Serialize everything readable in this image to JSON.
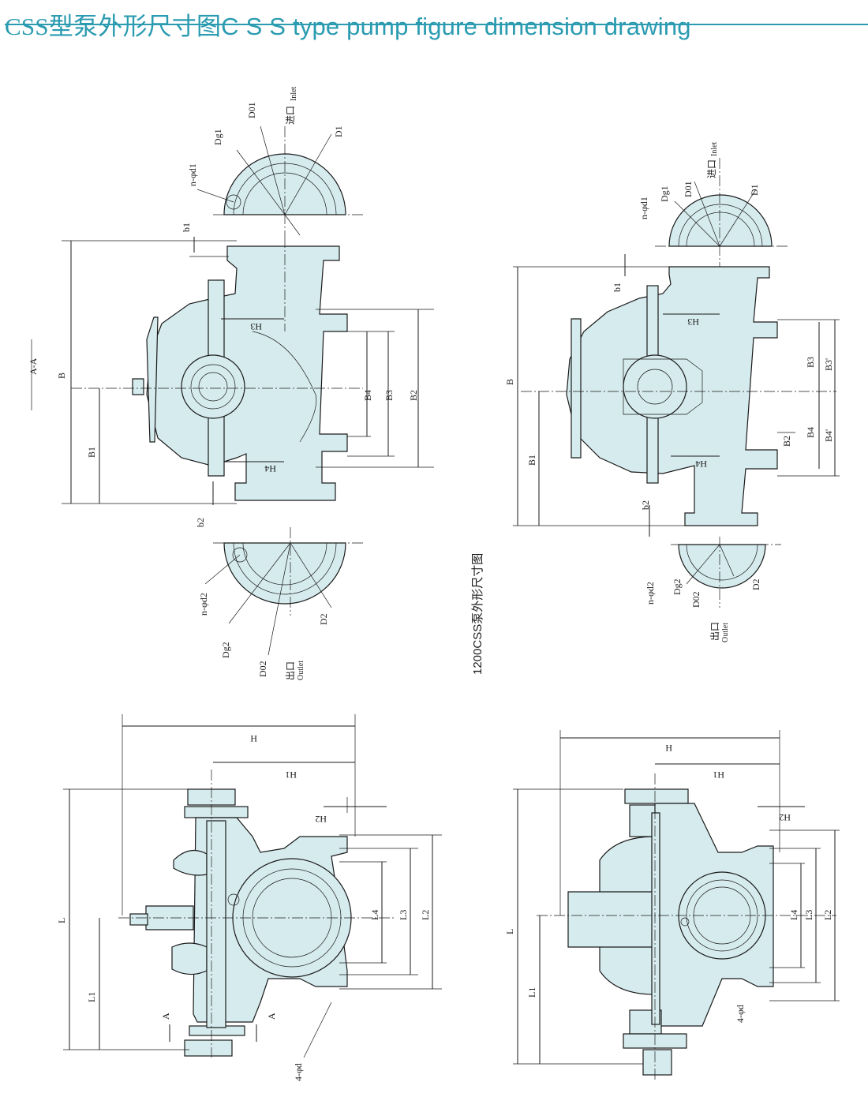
{
  "title": {
    "cn": "CSS型泵外形尺寸图",
    "en": "C S S type pump  figure dimension drawing"
  },
  "caption_1200": "1200CSS泵外形尺寸图",
  "section_label": "A-A",
  "inlet": {
    "cn": "进口",
    "en": "Inlet"
  },
  "outlet": {
    "cn": "出口",
    "en": "Outlet"
  },
  "dims": {
    "B": "B",
    "B1": "B1",
    "B2": "B2",
    "B3": "B3",
    "B4": "B4",
    "B3p": "B3'",
    "B4p": "B4'",
    "b1": "b1",
    "b2": "b2",
    "D1": "D1",
    "D2": "D2",
    "D01": "D01",
    "D02": "D02",
    "Dg1": "Dg1",
    "Dg2": "Dg2",
    "nd1": "n-φd1",
    "nd2": "n-φd2",
    "H": "H",
    "H1": "H1",
    "H2": "H2",
    "H3": "H3",
    "H4": "H4",
    "L": "L",
    "L1": "L1",
    "L2": "L2",
    "L3": "L3",
    "L4": "L4",
    "fourd": "4-φd",
    "A": "A"
  },
  "colors": {
    "accent": "#2a9bb0",
    "body_fill": "#d6ebee",
    "line": "#1a1a1a"
  }
}
